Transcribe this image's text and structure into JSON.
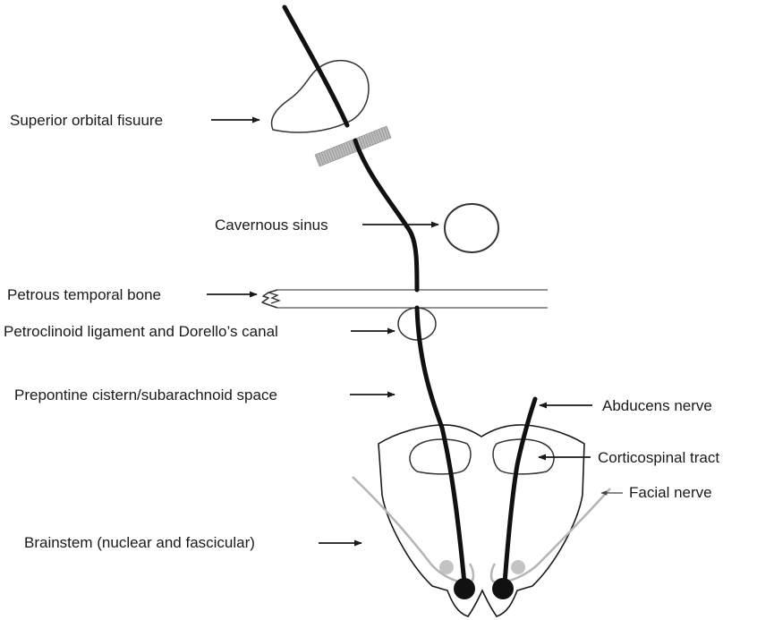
{
  "labels": {
    "superior_orbital_fissure": "Superior orbital fisuure",
    "cavernous_sinus": "Cavernous sinus",
    "petrous_temporal_bone": "Petrous temporal bone",
    "petroclinoid_ligament": "Petroclinoid ligament and Dorello’s canal",
    "prepontine_cistern": "Prepontine cistern/subarachnoid space",
    "brainstem": "Brainstem (nuclear and fascicular)",
    "abducens_nerve": "Abducens nerve",
    "corticospinal_tract": "Corticospinal tract",
    "facial_nerve": "Facial nerve"
  },
  "colors": {
    "nerve": "#111111",
    "outline": "#333333",
    "facial_nerve": "#b5b5b5",
    "nucleus_gray": "#c4c4c4",
    "ligament_hatch": "#9a9a9a",
    "text": "#1a1a1a"
  }
}
